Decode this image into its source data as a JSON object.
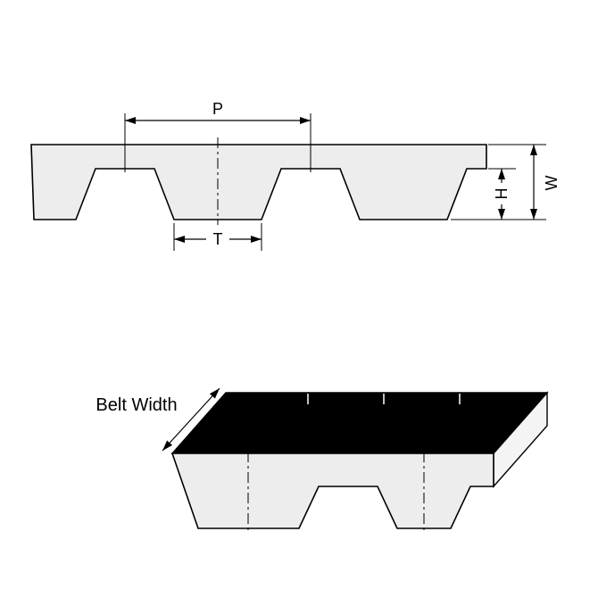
{
  "diagram": {
    "labels": {
      "pitch": "P",
      "tooth_width": "T",
      "tooth_height": "H",
      "belt_thickness": "W",
      "belt_width": "Belt Width"
    },
    "colors": {
      "background": "#ffffff",
      "line": "#000000",
      "belt_fill": "#ededed",
      "top_face": "#000000",
      "end_face": "#f4f4f4"
    }
  }
}
